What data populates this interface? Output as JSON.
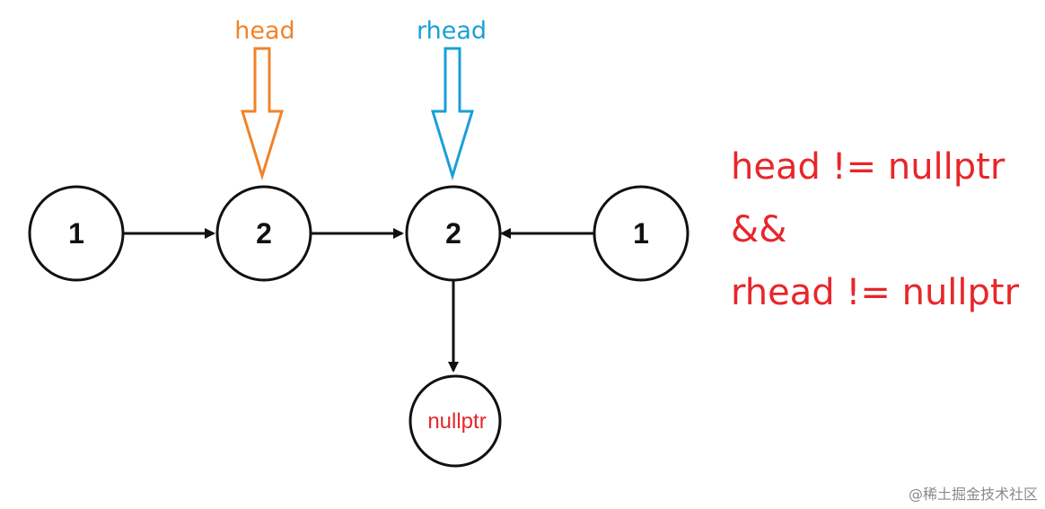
{
  "nodes": {
    "n1": "1",
    "n2": "2",
    "n3": "2",
    "n4": "1",
    "null": "nullptr"
  },
  "pointers": {
    "head": "head",
    "rhead": "rhead"
  },
  "condition": {
    "line1": "head != nullptr",
    "line2": "&&",
    "line3": "rhead != nullptr"
  },
  "watermark": "@稀土掘金技术社区",
  "colors": {
    "node_stroke": "#111111",
    "head": "#F0832A",
    "rhead": "#1B9FD8",
    "condition": "#E8262A",
    "nullptr_text": "#E8262A",
    "watermark": "#8a8a8a"
  }
}
